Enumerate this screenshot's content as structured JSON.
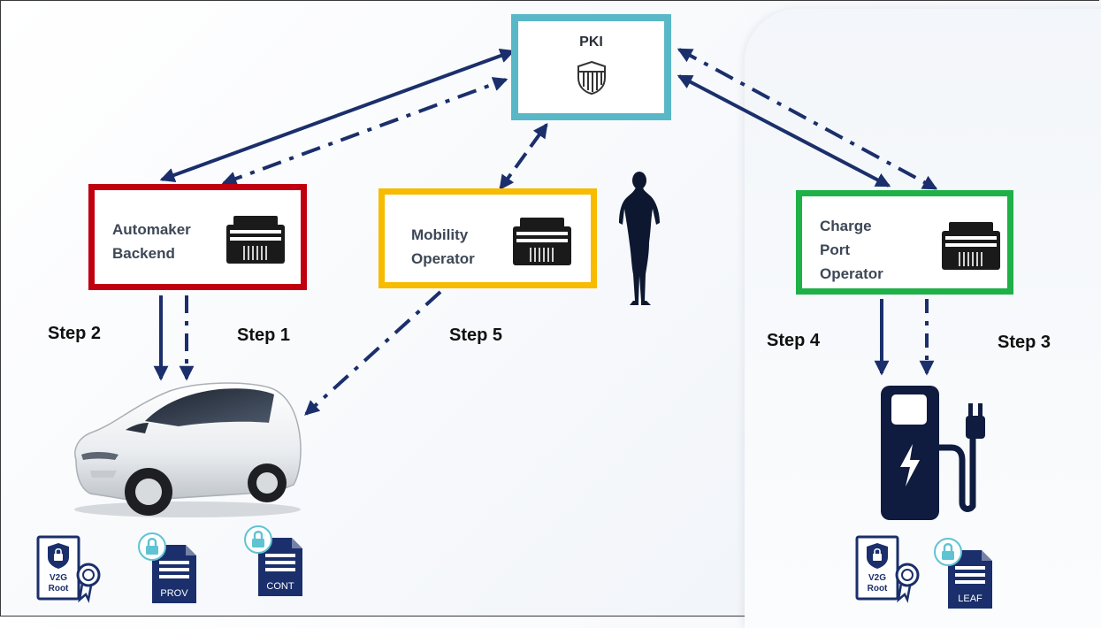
{
  "boxes": {
    "pki": {
      "label": "PKI"
    },
    "automaker": {
      "label_line1": "Automaker",
      "label_line2": "Backend"
    },
    "mobility": {
      "label_line1": "Mobility",
      "label_line2": "Operator"
    },
    "charge": {
      "label_line1": "Charge",
      "label_line2": "Port",
      "label_line3": "Operator"
    }
  },
  "steps": {
    "step1": "Step 1",
    "step2": "Step 2",
    "step3": "Step 3",
    "step4": "Step 4",
    "step5": "Step 5"
  },
  "certificates": {
    "v2g_root_car": {
      "line1": "V2G",
      "line2": "Root"
    },
    "prov": "PROV",
    "cont": "CONT",
    "v2g_root_charger": {
      "line1": "V2G",
      "line2": "Root"
    },
    "leaf": "LEAF"
  },
  "colors": {
    "pki_border": "#59b8c7",
    "automaker_border": "#c0000e",
    "mobility_border": "#f7bb00",
    "charge_border": "#1fb048",
    "arrow": "#1a2f6b",
    "lock": "#5fc3d3"
  },
  "icons": [
    "shield-icon",
    "server-icon",
    "person-icon",
    "car-icon",
    "charging-station-icon",
    "certificate-icon",
    "document-icon",
    "lock-icon"
  ]
}
